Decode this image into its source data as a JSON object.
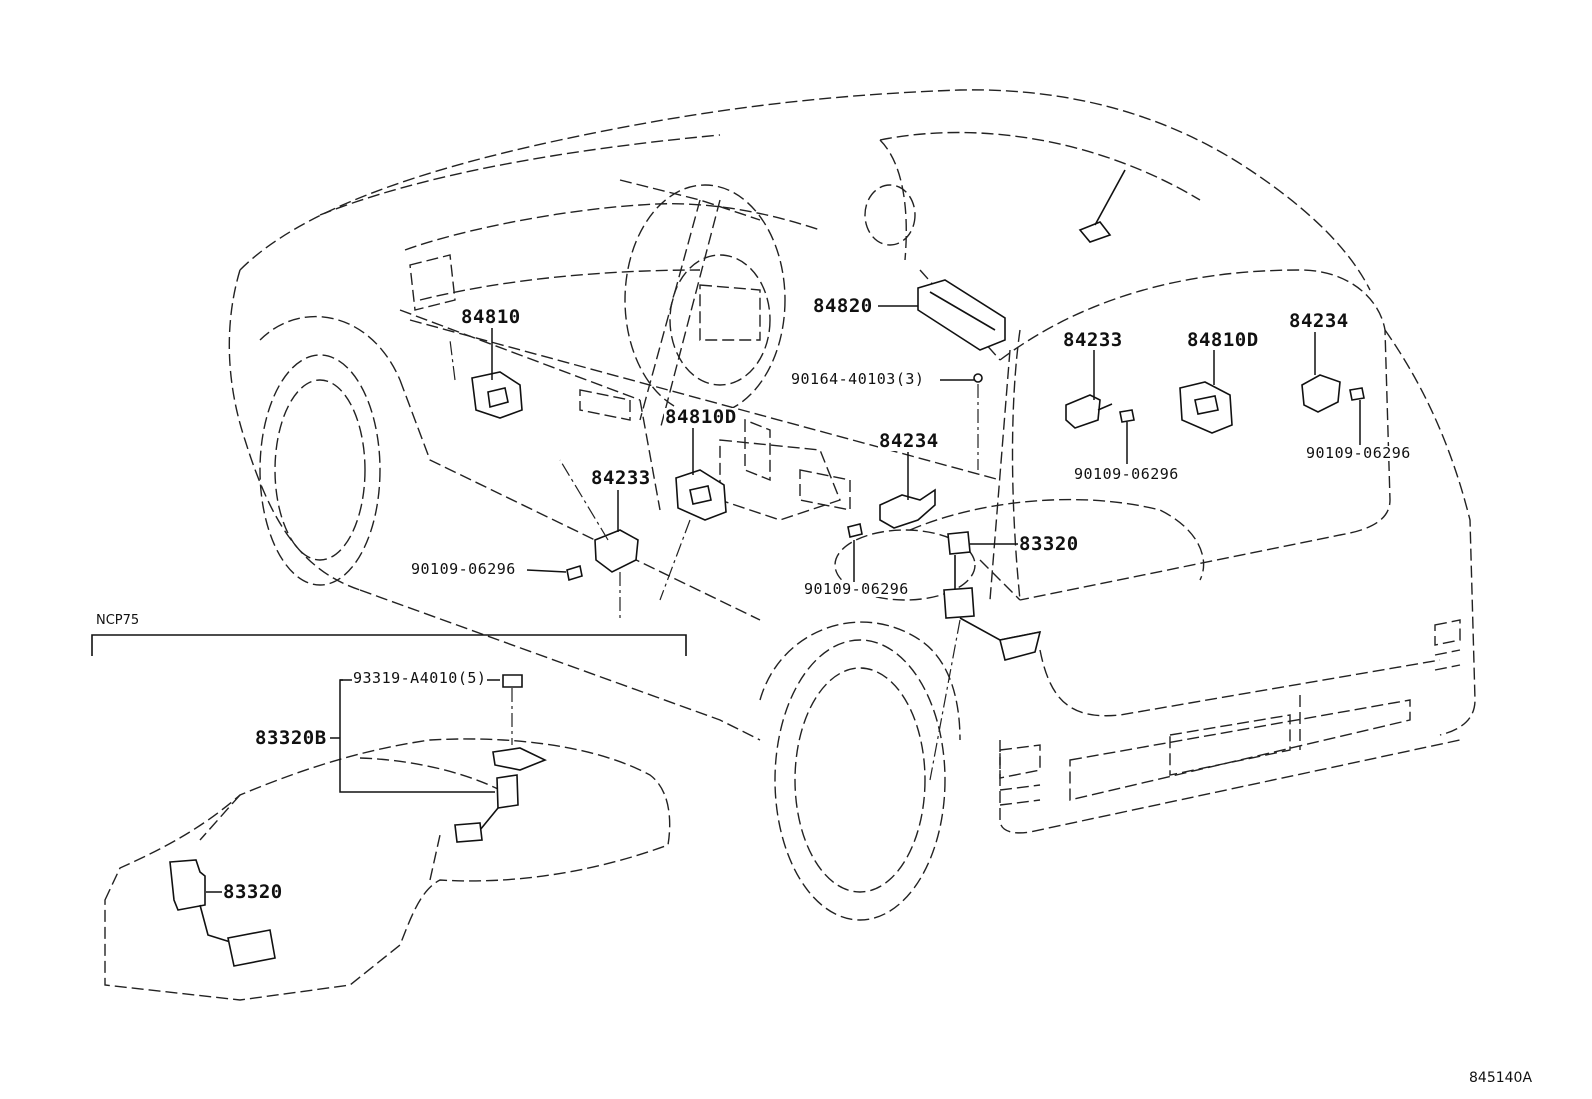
{
  "diagram": {
    "labels": {
      "p84810": "84810",
      "p84820": "84820",
      "p84233_right": "84233",
      "p84810d_right": "84810D",
      "p84234_right": "84234",
      "p90164": "90164-40103(3)",
      "p84810d_center": "84810D",
      "p84234_center": "84234",
      "p84233_left": "84233",
      "p90109_center": "90109-06296",
      "p90109_right": "90109-06296",
      "p83320_main": "83320",
      "p90109_left": "90109-06296",
      "p90109_lower": "90109-06296",
      "ncp75": "NCP75",
      "p93319": "93319-A4010(5)",
      "p83320b": "83320B",
      "p83320_inset": "83320"
    },
    "figure_code": "845140A"
  }
}
